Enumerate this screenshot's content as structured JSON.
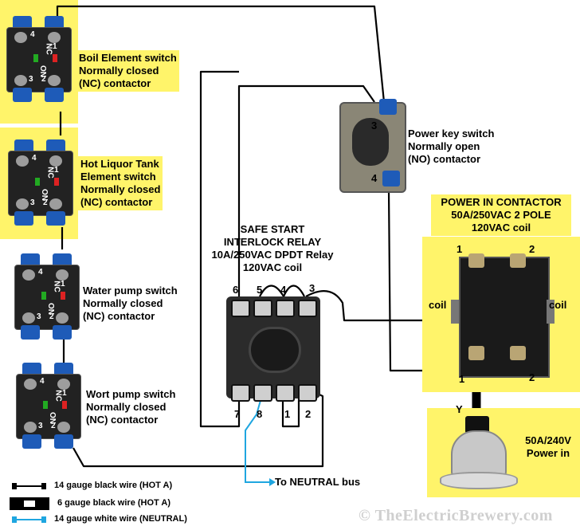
{
  "switches": [
    {
      "id": "boil",
      "label_lines": [
        "Boil Element switch",
        "Normally closed",
        "(NC) contactor"
      ]
    },
    {
      "id": "hlt",
      "label_lines": [
        "Hot Liquor Tank",
        "Element switch",
        "Normally closed",
        "(NC) contactor"
      ]
    },
    {
      "id": "water",
      "label_lines": [
        "Water pump switch",
        "Normally closed",
        "(NC) contactor"
      ]
    },
    {
      "id": "wort",
      "label_lines": [
        "Wort pump switch",
        "Normally closed",
        "(NC) contactor"
      ]
    }
  ],
  "switch_marks": {
    "nc": "NC",
    "no": "ON",
    "t1": "1",
    "t2": "2",
    "t3": "3",
    "t4": "4"
  },
  "key_switch": {
    "label_lines": [
      "Power key switch",
      "Normally open",
      "(NO) contactor"
    ],
    "t3": "3",
    "t4": "4"
  },
  "relay": {
    "title_lines": [
      "SAFE START",
      "INTERLOCK RELAY",
      "10A/250VAC DPDT Relay",
      "120VAC coil"
    ],
    "top_pins": [
      "6",
      "5",
      "4",
      "3"
    ],
    "bottom_pins": [
      "7",
      "8",
      "1",
      "2"
    ]
  },
  "contactor": {
    "title_lines": [
      "POWER IN CONTACTOR",
      "50A/250VAC 2 POLE",
      "120VAC coil"
    ],
    "coil_left": "coil",
    "coil_right": "coil",
    "top_left": "1",
    "top_right": "2",
    "bottom_left": "1",
    "bottom_right": "2"
  },
  "power_in": {
    "label_lines": [
      "50A/240V",
      "Power in"
    ],
    "y_label": "Y"
  },
  "neutral_label": "To NEUTRAL bus",
  "legend": [
    {
      "text": "14 gauge black wire (HOT A)",
      "color": "#000000",
      "kind": "thin"
    },
    {
      "text": "6 gauge black wire (HOT A)",
      "color": "#000000",
      "kind": "thick"
    },
    {
      "text": "14 gauge white wire (NEUTRAL)",
      "color": "#1fa6e0",
      "kind": "thin"
    }
  ],
  "copyright": "© TheElectricBrewery.com"
}
